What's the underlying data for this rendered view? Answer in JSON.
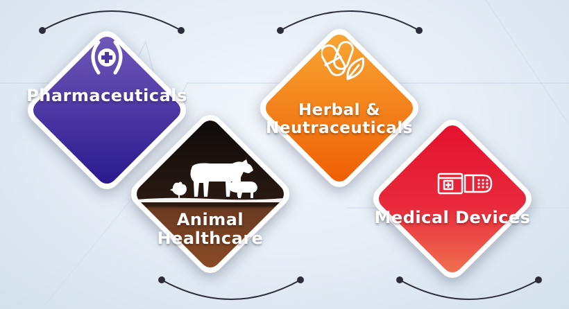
{
  "tiles": [
    {
      "id": "pharmaceuticals",
      "label_lines": [
        "Pharmaceuticals"
      ],
      "icon": "pharma-cross-icon",
      "colors": [
        "#6f57b8",
        "#2a1a8e"
      ]
    },
    {
      "id": "herbal",
      "label_lines": [
        "Herbal &",
        "Neutraceuticals"
      ],
      "icon": "capsule-leaf-icon",
      "colors": [
        "#f7a532",
        "#ef5f05"
      ]
    },
    {
      "id": "animal",
      "label_lines": [
        "Animal",
        "Healthcare"
      ],
      "icon": "livestock-icon",
      "colors": [
        "#0e0b0a",
        "#8a4a26"
      ]
    },
    {
      "id": "medical",
      "label_lines": [
        "Medical Devices"
      ],
      "icon": "medical-device-icon",
      "colors": [
        "#f07050",
        "#e4122e"
      ]
    }
  ]
}
